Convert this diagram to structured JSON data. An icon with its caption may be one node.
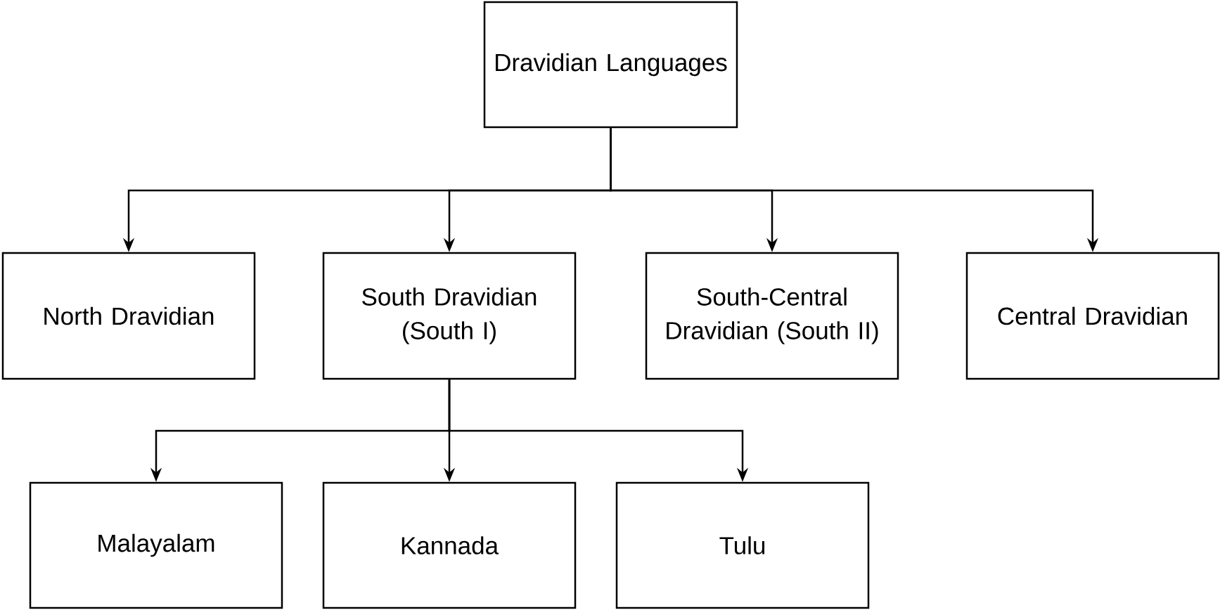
{
  "diagram": {
    "nodes": [
      {
        "text": [
          "Dravidian Languages"
        ]
      },
      {
        "text": [
          "North Dravidian"
        ]
      },
      {
        "text": [
          "South Dravidian (South I)"
        ]
      },
      {
        "text": [
          "South-Central Dravidian (South II)"
        ]
      },
      {
        "text": [
          "Central Dravidian"
        ]
      },
      {
        "text": [
          "Malayalam"
        ]
      },
      {
        "text": [
          "Kannada"
        ]
      },
      {
        "text": [
          "Tulu"
        ]
      }
    ],
    "edges": [
      {
        "from": 0,
        "to": 1,
        "arrow": "to"
      },
      {
        "from": 0,
        "to": 2,
        "arrow": "to"
      },
      {
        "from": 0,
        "to": 3,
        "arrow": "to"
      },
      {
        "from": 0,
        "to": 4,
        "arrow": "to"
      },
      {
        "from": 2,
        "to": 5,
        "arrow": "to"
      },
      {
        "from": 2,
        "to": 6,
        "arrow": "to"
      },
      {
        "from": 2,
        "to": 7,
        "arrow": "to"
      }
    ]
  }
}
